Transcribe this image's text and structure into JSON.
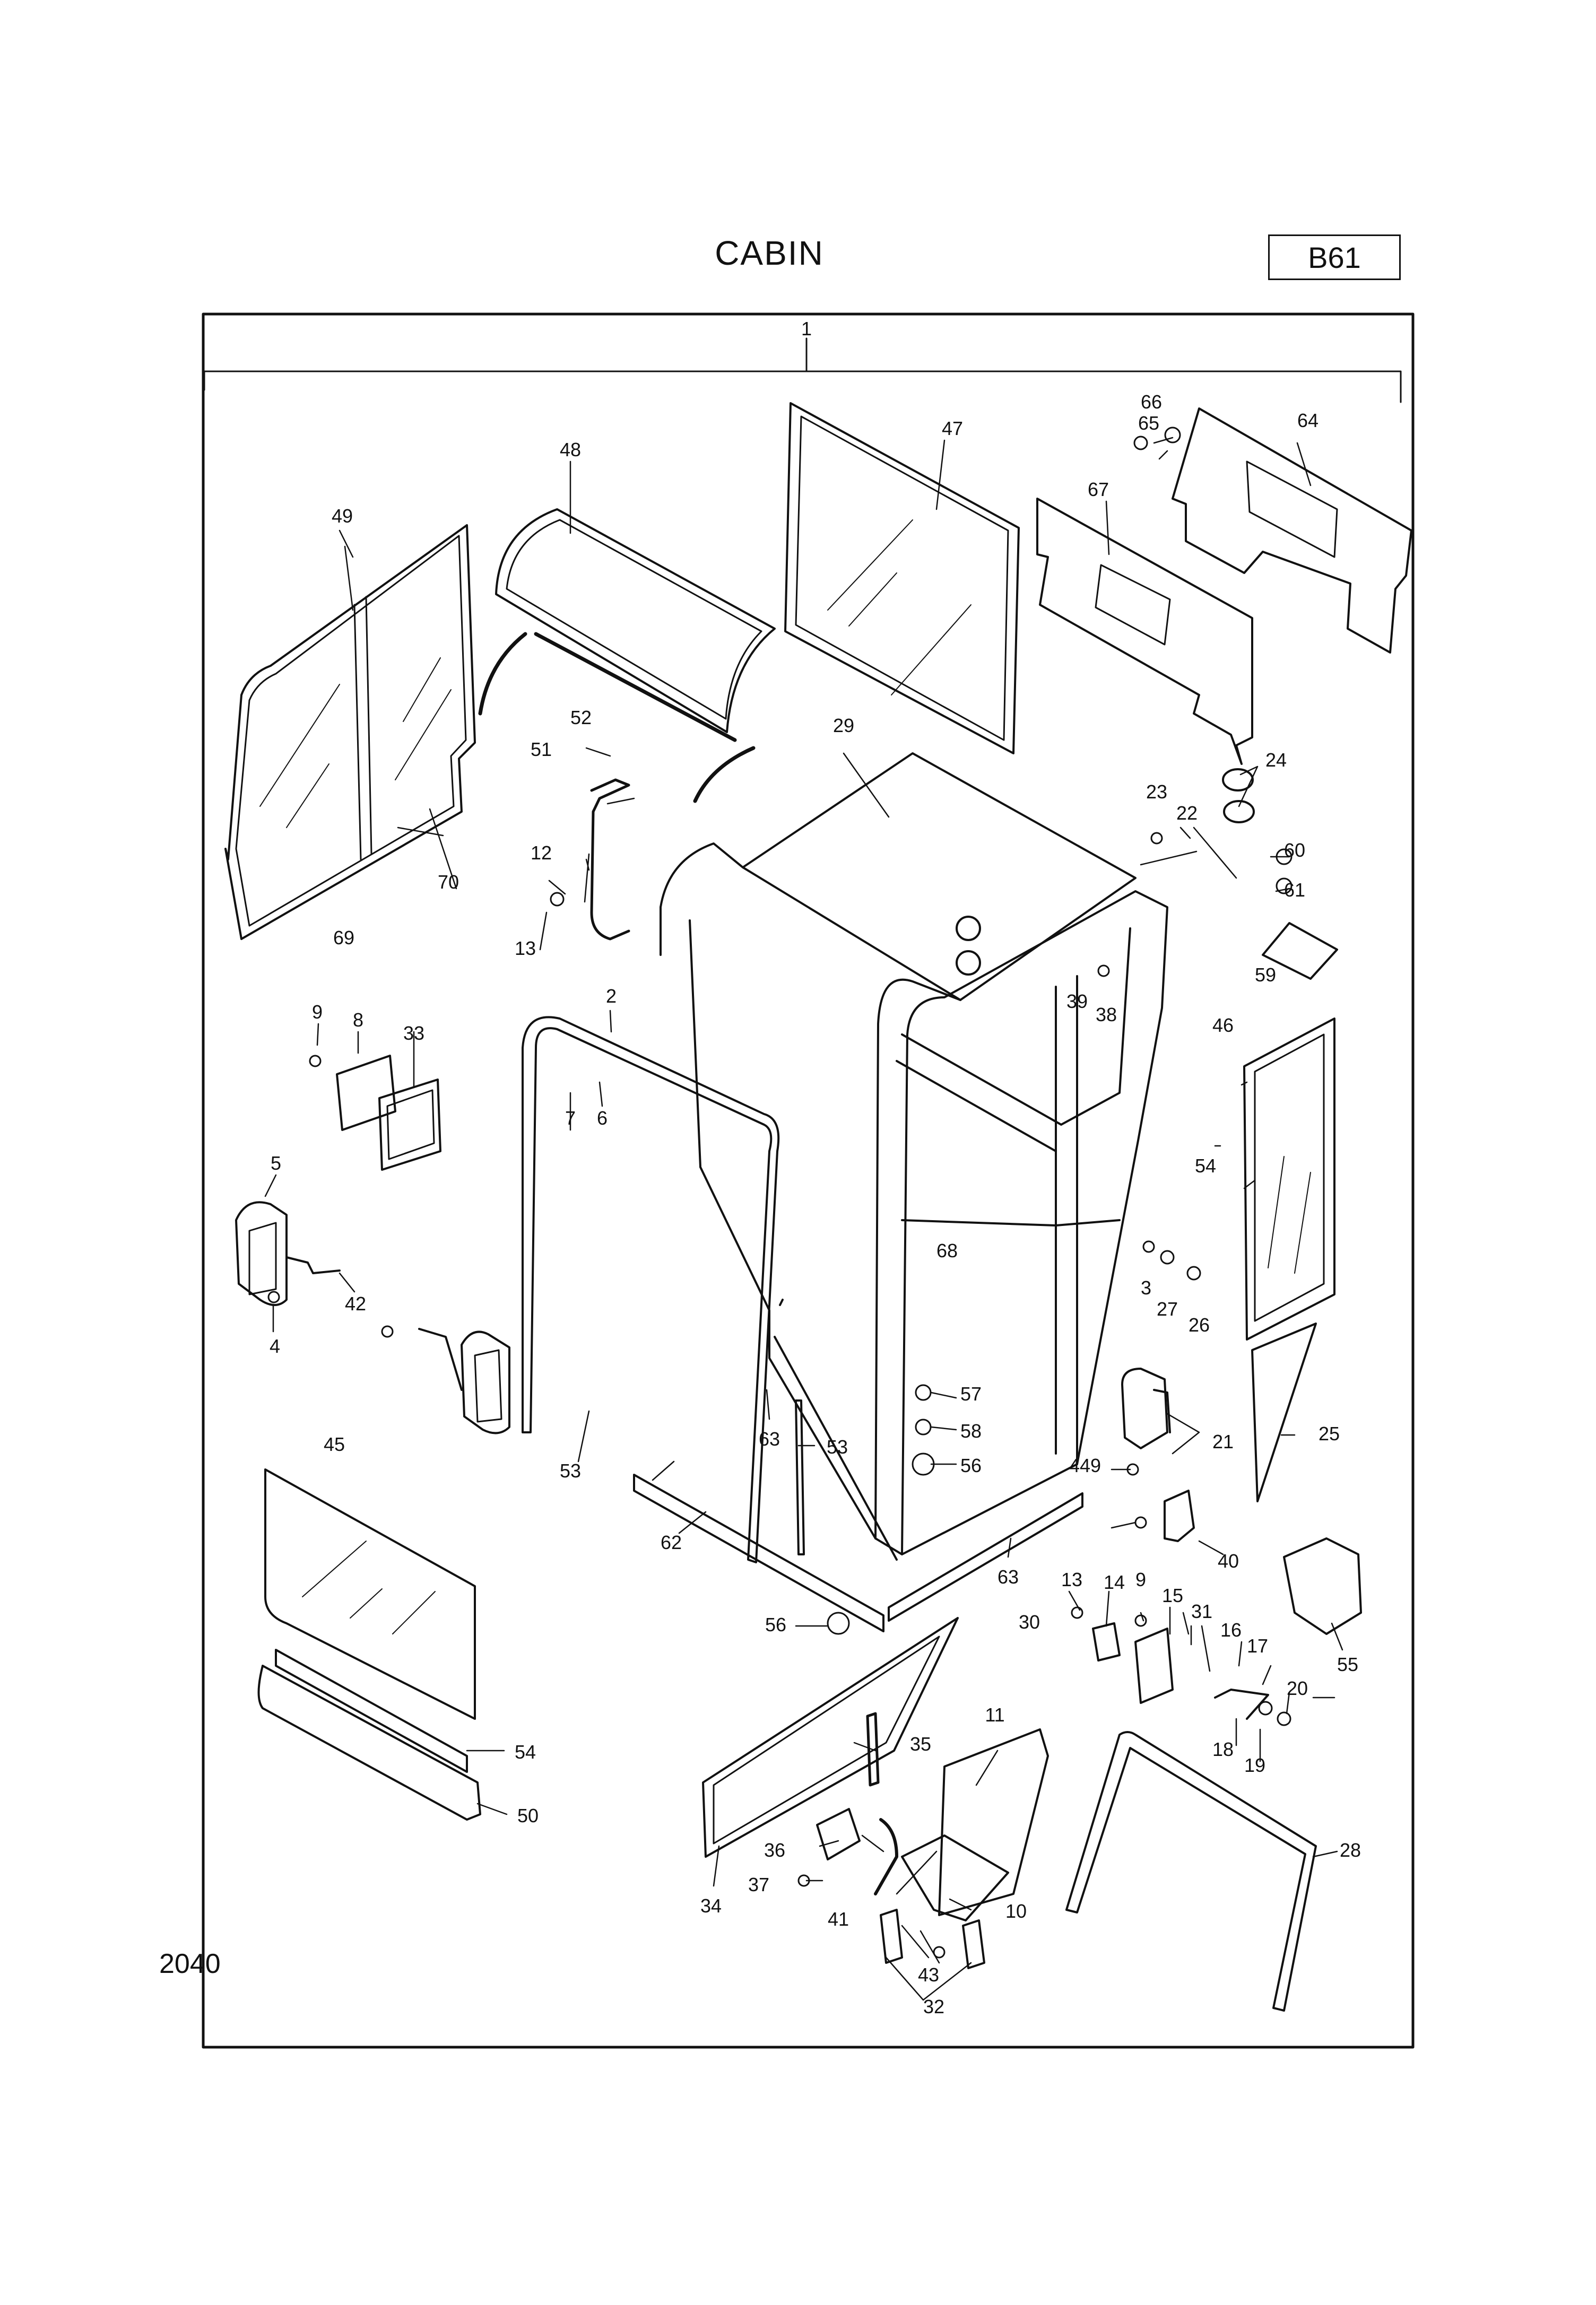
{
  "header": {
    "title": "CABIN",
    "code": "B61"
  },
  "footer": {
    "page_number": "2040"
  },
  "diagram": {
    "part_labels": [
      "1",
      "2",
      "3",
      "4",
      "5",
      "6",
      "7",
      "8",
      "9",
      "9",
      "9",
      "10",
      "11",
      "12",
      "13",
      "13",
      "14",
      "15",
      "16",
      "17",
      "18",
      "19",
      "20",
      "21",
      "22",
      "23",
      "24",
      "25",
      "26",
      "27",
      "28",
      "29",
      "30",
      "31",
      "32",
      "33",
      "34",
      "35",
      "36",
      "37",
      "38",
      "39",
      "40",
      "41",
      "42",
      "43",
      "44",
      "45",
      "46",
      "47",
      "48",
      "49",
      "50",
      "51",
      "52",
      "53",
      "53",
      "54",
      "54",
      "55",
      "56",
      "56",
      "57",
      "58",
      "59",
      "60",
      "61",
      "62",
      "63",
      "63",
      "64",
      "65",
      "66",
      "67",
      "68",
      "69",
      "70"
    ]
  }
}
